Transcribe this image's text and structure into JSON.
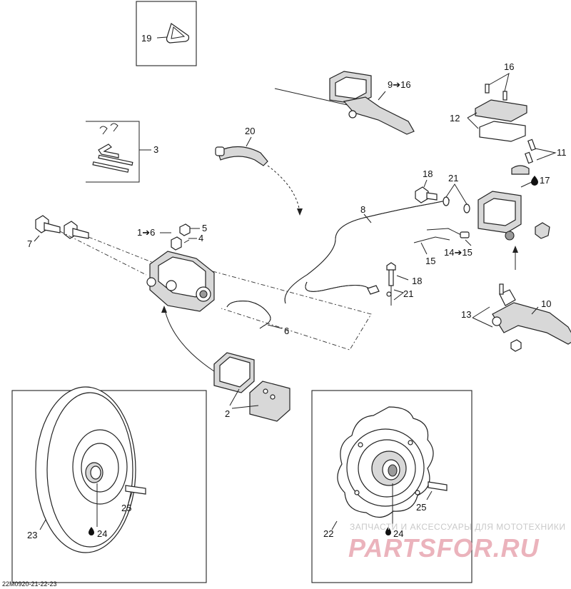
{
  "labels": {
    "l19": "19",
    "l3": "3",
    "l7": "7",
    "l1to6": "1➔6",
    "l5": "5",
    "l4": "4",
    "l6": "6",
    "l2": "2",
    "l20": "20",
    "l8": "8",
    "l9to16": "9➔16",
    "l16": "16",
    "l12": "12",
    "l11": "11",
    "l18a": "18",
    "l21a": "21",
    "l17": "17",
    "l14to15": "14➔15",
    "l15": "15",
    "l18b": "18",
    "l21b": "21",
    "l13": "13",
    "l10": "10",
    "l23": "23",
    "l24a": "24",
    "l25a": "25",
    "l22": "22",
    "l24b": "24",
    "l25b": "25"
  },
  "drawing_code": "22M0920-21-22-23",
  "watermark": {
    "caption": "ЗАПЧАСТИ И АКСЕССУАРЫ ДЛЯ МОТОТЕХНИКИ",
    "brand": "PARTSFOR.RU",
    "color": "#e59aa6"
  }
}
